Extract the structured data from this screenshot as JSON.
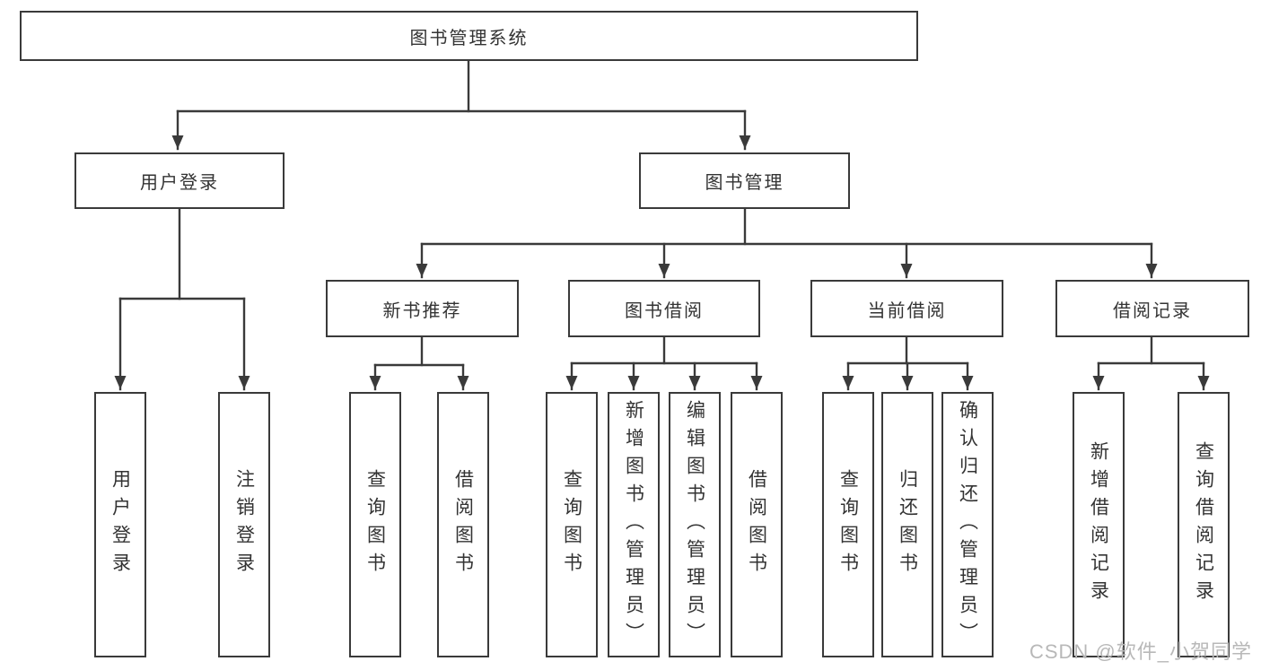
{
  "title": "图书管理系统",
  "level2": [
    {
      "label": "用户登录"
    },
    {
      "label": "图书管理"
    }
  ],
  "level3": [
    {
      "label": "新书推荐"
    },
    {
      "label": "图书借阅"
    },
    {
      "label": "当前借阅"
    },
    {
      "label": "借阅记录"
    }
  ],
  "level4": {
    "user_login_children": [
      {
        "label": "用户登录"
      },
      {
        "label": "注销登录"
      }
    ],
    "new_books_children": [
      {
        "label": "查询图书"
      },
      {
        "label": "借阅图书"
      }
    ],
    "book_borrow_children": [
      {
        "label": "查询图书"
      },
      {
        "label": "新增图书（管理员）"
      },
      {
        "label": "编辑图书（管理员）"
      },
      {
        "label": "借阅图书"
      }
    ],
    "current_borrow_children": [
      {
        "label": "查询图书"
      },
      {
        "label": "归还图书"
      },
      {
        "label": "确认归还（管理员）"
      }
    ],
    "borrow_records_children": [
      {
        "label": "新增借阅记录"
      },
      {
        "label": "查询借阅记录"
      }
    ]
  },
  "watermark": {
    "text": "CSDN @软件_小贺同学"
  },
  "colors": {
    "line": "#3a3a3a",
    "text": "#333333",
    "watermark": "#b8b8b8",
    "background": "#ffffff"
  }
}
